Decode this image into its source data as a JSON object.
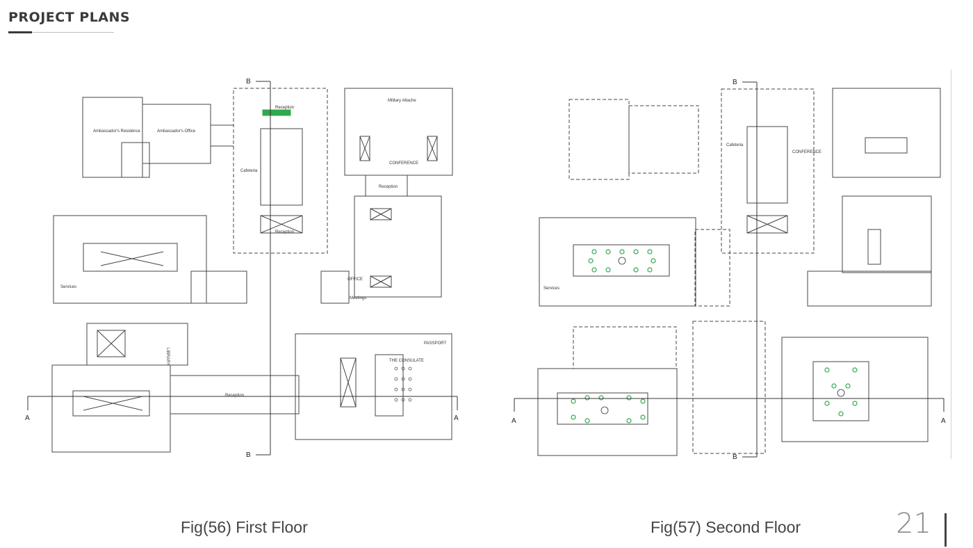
{
  "header": {
    "title": "PROJECT PLANS"
  },
  "figures": [
    {
      "caption": "Fig(56) First Floor",
      "labels": {
        "ambassador_residence": "Ambassador's Residence",
        "ambassador_office": "Ambassador's Office",
        "reception_top": "Reception",
        "reception_hall": "Reception",
        "reception_bottom": "Reception",
        "reception_corridor": "Reception",
        "military_attache": "Military Attache",
        "library": "LIBRARY",
        "the_consulate": "THE CONSULATE",
        "conference": "CONFERENCE",
        "passports": "PASSPORT",
        "services": "Services",
        "meetings": "Meetings",
        "office": "OFFICE",
        "cafeteria": "Cafeteria",
        "section_a_left": "A",
        "section_a_right": "A",
        "section_b_top": "B",
        "section_b_bottom": "B"
      }
    },
    {
      "caption": "Fig(57) Second Floor",
      "labels": {
        "conference": "CONFERENCE",
        "services": "Services",
        "cafeteria": "Cafeteria",
        "section_a_left": "A",
        "section_a_right": "A",
        "section_b_top": "B",
        "section_b_bottom": "B"
      }
    }
  ],
  "page_number": "21",
  "colors": {
    "line": "#444444",
    "accent_green": "#2fa84f",
    "text": "#444444"
  }
}
